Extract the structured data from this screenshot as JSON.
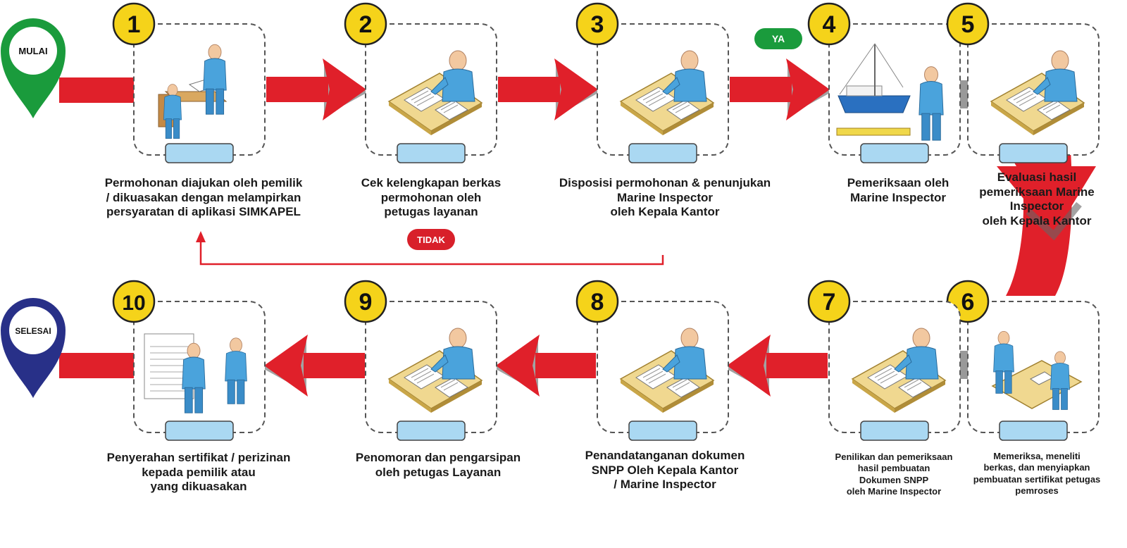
{
  "start_label": "MULAI",
  "end_label": "SELESAI",
  "yes_label": "YA",
  "no_label": "TIDAK",
  "colors": {
    "arrow": "#e0202a",
    "start_pin": "#1a9b3c",
    "end_pin": "#283088",
    "yes_badge": "#1a9b3c",
    "no_badge": "#d8202a",
    "number_circle": "#f5d31a",
    "label_tab": "#aad8f2"
  },
  "steps": [
    {
      "number": "1",
      "icon": "applicant-at-desk-icon",
      "lines": [
        "Permohonan diajukan oleh pemilik",
        "/ dikuasakan dengan melampirkan",
        "persyaratan di aplikasi SIMKAPEL"
      ]
    },
    {
      "number": "2",
      "icon": "officer-checking-documents-icon",
      "lines": [
        "Cek kelengkapan berkas",
        "permohonan oleh",
        "petugas layanan"
      ]
    },
    {
      "number": "3",
      "icon": "officer-writing-disposition-icon",
      "lines": [
        "Disposisi permohonan & penunjukan",
        "Marine Inspector",
        "oleh Kepala Kantor"
      ]
    },
    {
      "number": "4",
      "icon": "ship-inspection-icon",
      "lines": [
        "Pemeriksaan oleh",
        "Marine Inspector"
      ]
    },
    {
      "number": "5",
      "icon": "officer-evaluating-documents-icon",
      "lines": [
        "Evaluasi hasil",
        "pemeriksaan Marine",
        "Inspector",
        "oleh Kepala Kantor"
      ]
    },
    {
      "number": "6",
      "icon": "two-officers-handover-icon",
      "lines": [
        "Memeriksa, meneliti",
        "berkas, dan menyiapkan",
        "pembuatan sertifikat petugas",
        "pemroses"
      ]
    },
    {
      "number": "7",
      "icon": "officer-reviewing-documents-icon",
      "lines": [
        "Penilikan dan pemeriksaan",
        "hasil pembuatan",
        "Dokumen SNPP",
        "oleh Marine Inspector"
      ]
    },
    {
      "number": "8",
      "icon": "officer-signing-documents-icon",
      "lines": [
        "Penandatanganan dokumen",
        "SNPP Oleh Kepala Kantor",
        "/ Marine Inspector"
      ]
    },
    {
      "number": "9",
      "icon": "officer-archiving-documents-icon",
      "lines": [
        "Penomoran dan pengarsipan",
        "oleh petugas Layanan"
      ]
    },
    {
      "number": "10",
      "icon": "certificate-handover-icon",
      "lines": [
        "Penyerahan sertifikat / perizinan",
        "kepada pemilik atau",
        "yang dikuasakan"
      ]
    }
  ]
}
